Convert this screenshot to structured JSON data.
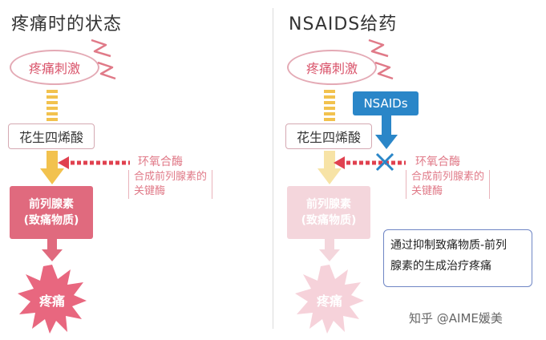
{
  "left": {
    "title": "疼痛时的状态",
    "stimulus": "疼痛刺激",
    "arachidonic": "花生四烯酸",
    "enzyme": "环氧合酶",
    "enzyme_note_1": "合成前列腺素的",
    "enzyme_note_2": "关键酶",
    "pg_line1": "前列腺素",
    "pg_line2": "(致痛物质)",
    "pain": "疼痛"
  },
  "right": {
    "title": "NSAIDS给药",
    "stimulus": "疼痛刺激",
    "arachidonic": "花生四烯酸",
    "nsaids": "NSAIDs",
    "enzyme": "环氧合酶",
    "enzyme_note_1": "合成前列腺素的",
    "enzyme_note_2": "关键酶",
    "pg_line1": "前列腺素",
    "pg_line2": "(致痛物质)",
    "pain": "疼痛",
    "note_line1": "通过抑制致痛物质-前列",
    "note_line2": "腺素的生成治疗疼痛"
  },
  "watermark": "知乎 @AIME媛美",
  "colors": {
    "pink": "#e06a7e",
    "pale_pink": "#f4d6dc",
    "blue": "#2a86c8",
    "yellow": "#f2c24e",
    "pale_yellow": "#f7e3a6",
    "red_dotted": "#e0414f"
  }
}
